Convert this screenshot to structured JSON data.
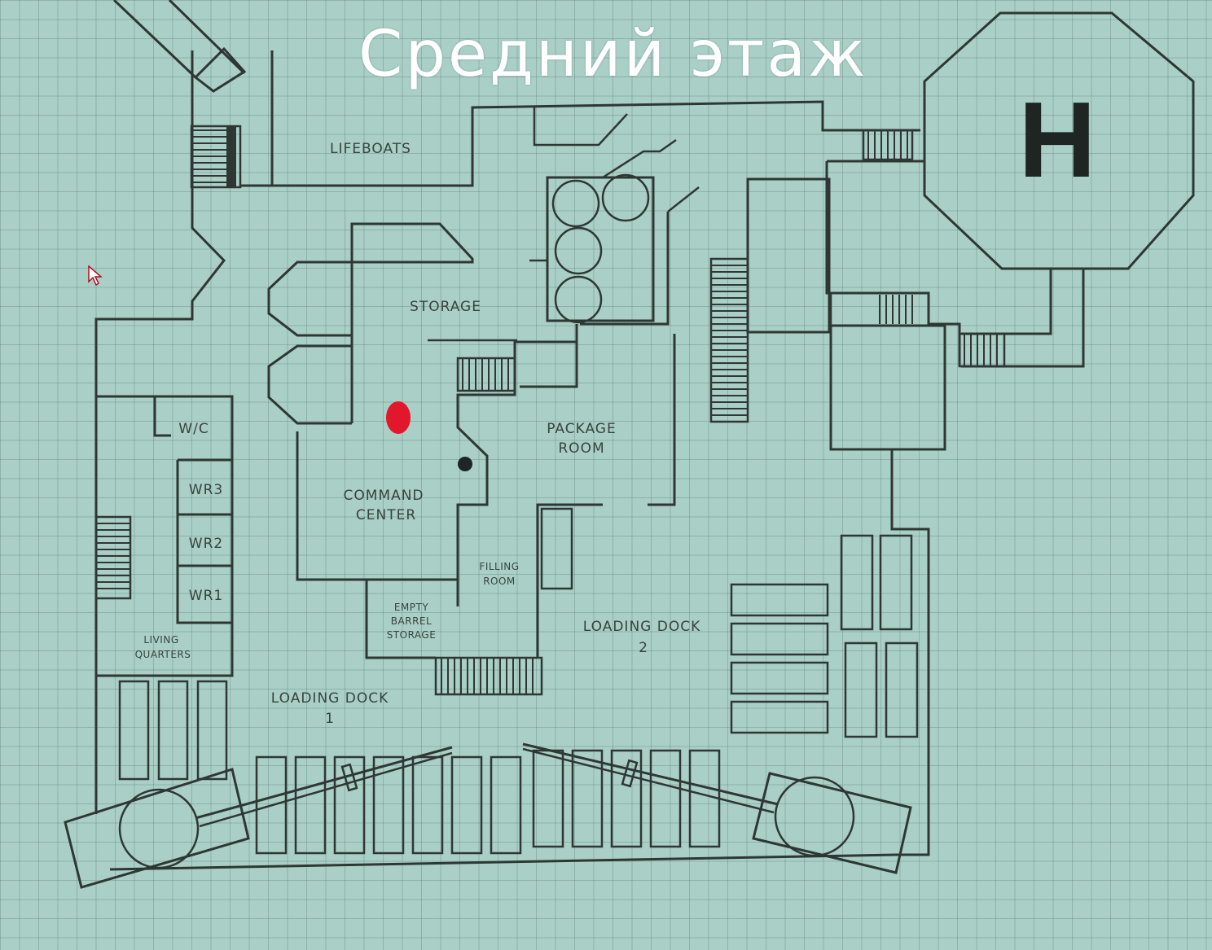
{
  "title": "Средний этаж",
  "helipad": {
    "letter": "H"
  },
  "rooms": {
    "lifeboats": "LIFEBOATS",
    "storage": "STORAGE",
    "wc": "W/C",
    "wr3": "WR3",
    "wr2": "WR2",
    "wr1": "WR1",
    "living": [
      "LIVING",
      "QUARTERS"
    ],
    "command": [
      "COMMAND",
      "CENTER"
    ],
    "package": [
      "PACKAGE",
      "ROOM"
    ],
    "filling": [
      "FILLING",
      "ROOM"
    ],
    "empty_barrel": [
      "EMPTY",
      "BARREL",
      "STORAGE"
    ],
    "loading_dock_1": [
      "LOADING DOCK",
      "1"
    ],
    "loading_dock_2": [
      "LOADING DOCK",
      "2"
    ]
  },
  "colors": {
    "paper": "#a9cfc6",
    "ink": "#2f3734",
    "marker": "#e3172c",
    "title": "#ffffff"
  },
  "icons": [
    "cursor-arrow-icon"
  ]
}
